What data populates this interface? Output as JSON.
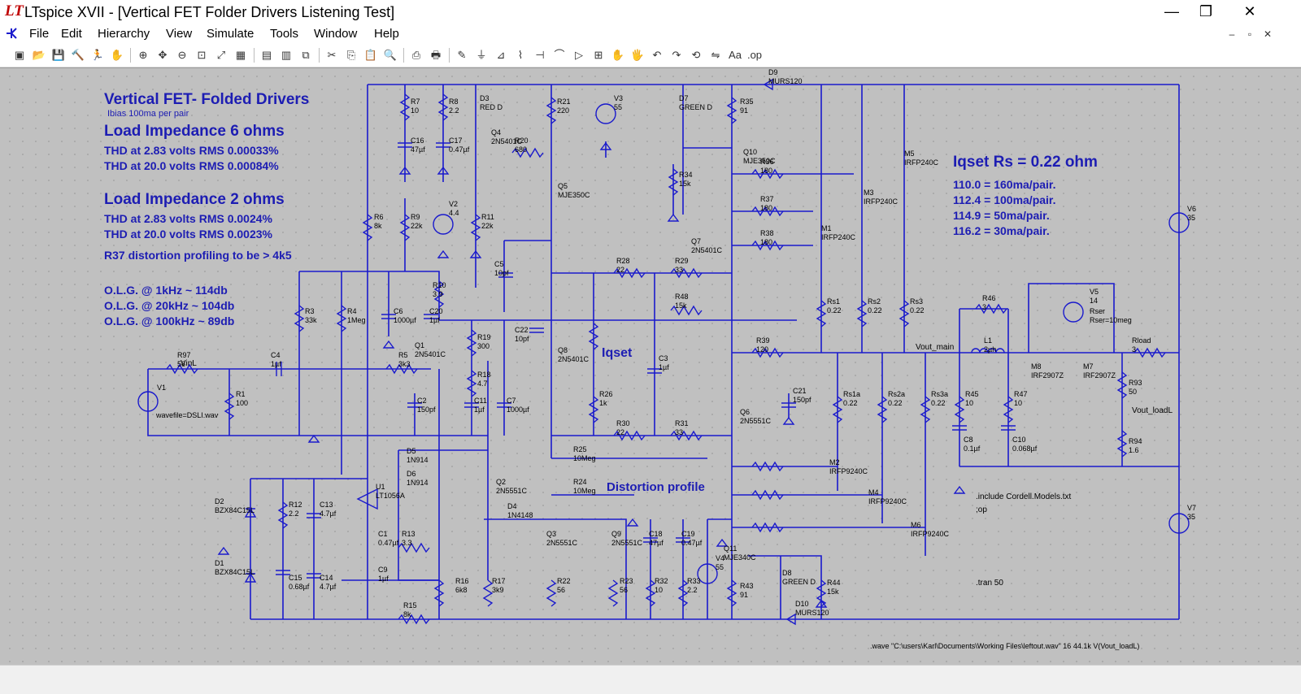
{
  "window": {
    "app_logo": "LT",
    "title": "LTspice XVII - [Vertical FET Folder Drivers Listening Test]",
    "minimize_glyph": "—",
    "maximize_glyph": "❐",
    "close_glyph": "✕"
  },
  "menu": {
    "items": [
      "File",
      "Edit",
      "Hierarchy",
      "View",
      "Simulate",
      "Tools",
      "Window",
      "Help"
    ],
    "doc_controls": [
      "–",
      "▫",
      "✕"
    ]
  },
  "toolbar": {
    "icons": [
      "new-schematic-icon",
      "open-icon",
      "save-icon",
      "control-panel-icon",
      "run-icon",
      "halt-icon",
      "zoom-in-icon",
      "pan-icon",
      "zoom-out-icon",
      "zoom-fit-icon",
      "autoscale-icon",
      "grid-icon",
      "tile-horizontal-icon",
      "tile-vertical-icon",
      "cascade-icon",
      "cut-icon",
      "copy-icon",
      "paste-icon",
      "find-icon",
      "print-setup-icon",
      "print-icon",
      "wire-icon",
      "ground-icon",
      "label-net-icon",
      "resistor-icon",
      "capacitor-icon",
      "inductor-icon",
      "diode-icon",
      "component-icon",
      "move-icon",
      "drag-icon",
      "undo-icon",
      "redo-icon",
      "rotate-icon",
      "mirror-icon",
      "text-icon",
      "spice-directive-icon"
    ],
    "glyphs": [
      "▣",
      "📂",
      "💾",
      "🔨",
      "🏃",
      "✋",
      "⊕",
      "✥",
      "⊖",
      "⊡",
      "⤢",
      "▦",
      "▤",
      "▥",
      "⧉",
      "✂",
      "⎘",
      "📋",
      "🔍",
      "⎙",
      "🖶",
      "✎",
      "⏚",
      "⊿",
      "⌇",
      "⊣",
      "⌒",
      "▷",
      "⊞",
      "✋",
      "🖐",
      "↶",
      "↷",
      "⟲",
      "⇋",
      "Aa",
      ".op"
    ]
  },
  "annotations": {
    "heading": "Vertical FET- Folded Drivers",
    "bias": "Ibias 100ma per pair",
    "load6": "Load Impedance 6 ohms",
    "thd6a": "THD at 2.83 volts RMS 0.00033%",
    "thd6b": "THD at 20.0 volts RMS 0.00084%",
    "load2": "Load Impedance 2 ohms",
    "thd2a": "THD at 2.83 volts RMS 0.0024%",
    "thd2b": "THD at 20.0 volts RMS 0.0023%",
    "r37": "R37 distortion profiling to be > 4k5",
    "olg1": "O.L.G. @    1kHz ~ 114db",
    "olg2": "O.L.G. @  20kHz ~ 104db",
    "olg3": "O.L.G. @ 100kHz ~  89db",
    "iqset_title": "Iqset Rs = 0.22 ohm",
    "iq1": "110.0 = 160ma/pair.",
    "iq2": "112.4 = 100ma/pair.",
    "iq3": "114.9 =   50ma/pair.",
    "iq4": "116.2 =   30ma/pair.",
    "iqset": "Iqset",
    "distortion_profile": "Distortion profile",
    "include_directive": ".include Cordell.Models.txt",
    "op_directive": ";op",
    "tran_directive": ".tran 50",
    "wave_directive": ".wave \"C:\\users\\Karl\\Documents\\Working Files\\leftout.wav\" 16 44.1k V(Vout_loadL)",
    "vin_label": "VinL",
    "vout_label": "Vout_main",
    "vout_load_label": "Vout_loadL",
    "wavefile": "wavefile=DSLI.wav"
  },
  "components": [
    [
      "R7",
      "10"
    ],
    [
      "R8",
      "2.2"
    ],
    [
      "C16",
      "47µf"
    ],
    [
      "C17",
      "0.47µf"
    ],
    [
      "D3",
      "RED D"
    ],
    [
      "R21",
      "220"
    ],
    [
      "V3",
      "55"
    ],
    [
      "D7",
      "GREEN D"
    ],
    [
      "R35",
      "91"
    ],
    [
      "D9",
      "MURS120"
    ],
    [
      "Q4",
      "2N5401C"
    ],
    [
      "R20",
      "680"
    ],
    [
      "Q5",
      "MJE350C"
    ],
    [
      "Q10",
      "MJE350C"
    ],
    [
      "R34",
      "15k"
    ],
    [
      "R36",
      "180"
    ],
    [
      "R37",
      "180"
    ],
    [
      "R38",
      "180"
    ],
    [
      "M5",
      "IRFP240C"
    ],
    [
      "M3",
      "IRFP240C"
    ],
    [
      "M1",
      "IRFP240C"
    ],
    [
      "V2",
      "4.4"
    ],
    [
      "R9",
      "22k"
    ],
    [
      "R11",
      "22k"
    ],
    [
      "R6",
      "8k"
    ],
    [
      "Q7",
      "2N5401C"
    ],
    [
      "R28",
      "22"
    ],
    [
      "R29",
      "33"
    ],
    [
      "C5",
      "10pf"
    ],
    [
      "R10",
      "3.9"
    ],
    [
      "C6",
      "1000µf"
    ],
    [
      "C20",
      "1µf"
    ],
    [
      "R3",
      "33k"
    ],
    [
      "R4",
      "1Meg"
    ],
    [
      "R19",
      "300"
    ],
    [
      "C22",
      "10pf"
    ],
    [
      "R48",
      "15k"
    ],
    [
      "Rs1",
      "0.22"
    ],
    [
      "Rs2",
      "0.22"
    ],
    [
      "Rs3",
      "0.22"
    ],
    [
      "R46",
      "3"
    ],
    [
      "V5",
      "14"
    ],
    [
      "Rser",
      "Rser=10meg"
    ],
    [
      "V6",
      "35"
    ],
    [
      "R39",
      "120"
    ],
    [
      "L1",
      "2µh"
    ],
    [
      "M8",
      "IRF2907Z"
    ],
    [
      "M7",
      "IRF2907Z"
    ],
    [
      "Rload",
      "3"
    ],
    [
      "R97",
      "56"
    ],
    [
      "C4",
      "1µf"
    ],
    [
      "R5",
      "3k3"
    ],
    [
      "Q1",
      "2N5401C"
    ],
    [
      "Q8",
      "2N5401C"
    ],
    [
      "R18",
      "4.7"
    ],
    [
      "C3",
      "1µf"
    ],
    [
      "R1",
      "100"
    ],
    [
      "V1",
      ""
    ],
    [
      "C2",
      "150pf"
    ],
    [
      "C11",
      "1µf"
    ],
    [
      "C7",
      "1000µf"
    ],
    [
      "R26",
      "1k"
    ],
    [
      "C21",
      "150pf"
    ],
    [
      "Q6",
      "2N5551C"
    ],
    [
      "Rs1a",
      "0.22"
    ],
    [
      "Rs2a",
      "0.22"
    ],
    [
      "Rs3a",
      "0.22"
    ],
    [
      "R45",
      "10"
    ],
    [
      "R47",
      "10"
    ],
    [
      "R93",
      "50"
    ],
    [
      "C8",
      "0.1µf"
    ],
    [
      "C10",
      "0.068µf"
    ],
    [
      "R94",
      "1.6"
    ],
    [
      "R30",
      "22"
    ],
    [
      "R31",
      "33"
    ],
    [
      "D5",
      "1N914"
    ],
    [
      "D6",
      "1N914"
    ],
    [
      "R25",
      "10Meg"
    ],
    [
      "R24",
      "10Meg"
    ],
    [
      "Q2",
      "2N5551C"
    ],
    [
      "D2",
      "BZX84C15L"
    ],
    [
      "D1",
      "BZX84C15L"
    ],
    [
      "R12",
      "2.2"
    ],
    [
      "C13",
      "4.7µf"
    ],
    [
      "U1",
      "LT1056A"
    ],
    [
      "C1",
      "0.47µf"
    ],
    [
      "R13",
      "3.3"
    ],
    [
      "D4",
      "1N4148"
    ],
    [
      "Q3",
      "2N5551C"
    ],
    [
      "Q9",
      "2N5551C"
    ],
    [
      "C18",
      "47µf"
    ],
    [
      "C19",
      "0.47µf"
    ],
    [
      "Q11",
      "MJE340C"
    ],
    [
      "M2",
      "IRFP9240C"
    ],
    [
      "M4",
      "IRFP9240C"
    ],
    [
      "M6",
      "IRFP9240C"
    ],
    [
      "C15",
      "0.68µf"
    ],
    [
      "C14",
      "4.7µf"
    ],
    [
      "C9",
      "1µf"
    ],
    [
      "R16",
      "6k8"
    ],
    [
      "R17",
      "3k9"
    ],
    [
      "R22",
      "56"
    ],
    [
      "R23",
      "56"
    ],
    [
      "R32",
      "10"
    ],
    [
      "R33",
      "2.2"
    ],
    [
      "V4",
      "55"
    ],
    [
      "R43",
      "91"
    ],
    [
      "D8",
      "GREEN D"
    ],
    [
      "R44",
      "15k"
    ],
    [
      "D10",
      "MURS120"
    ],
    [
      "R15",
      "8k"
    ],
    [
      "V7",
      "35"
    ]
  ],
  "colors": {
    "schematic_bg": "#c0c0c0",
    "wire": "#1a1acc",
    "label": "#000000",
    "comment": "#1d1db3",
    "title_logo": "#c00000"
  }
}
